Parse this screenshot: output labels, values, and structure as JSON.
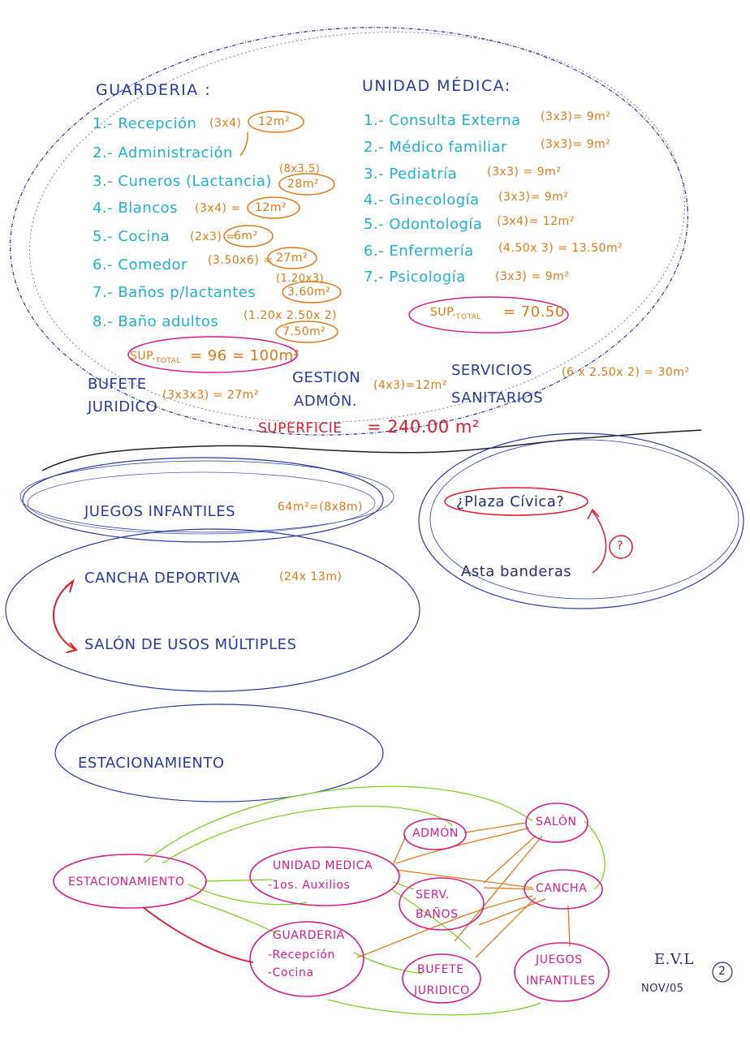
{
  "colors": {
    "blue": "#2b3aa0",
    "cyan": "#1fb3c9",
    "orange": "#e07a18",
    "red": "#e0192b",
    "magenta": "#d81b8a",
    "green": "#7ed321",
    "navy": "#2a2f6b"
  },
  "guarderia": {
    "title": "GUARDERIA :",
    "items": [
      {
        "label": "1.- Recepción",
        "dim": "(3x4)",
        "area": "12m²"
      },
      {
        "label": "2.- Administración",
        "dim": "",
        "area": ""
      },
      {
        "label": "3.- Cuneros (Lactancia)",
        "dim": "(8x3.5)",
        "area": "28m²"
      },
      {
        "label": "4.- Blancos",
        "dim": "(3x4) =",
        "area": "12m²"
      },
      {
        "label": "5.- Cocina",
        "dim": "(2x3) =",
        "area": "6m²"
      },
      {
        "label": "6.- Comedor",
        "dim": "(3.50x6) =",
        "area": "27m²"
      },
      {
        "label": "7.- Baños p/lactantes",
        "dim": "(1.20x3)",
        "area": "3.60m²"
      },
      {
        "label": "8.- Baño adultos",
        "dim": "(1.20x 2.50x 2)",
        "area": "7.50m²"
      }
    ],
    "sup_label": "SUP.",
    "sup_sub": "TOTAL",
    "sup_value": "= 96 ≃ 100m²"
  },
  "unidad_medica": {
    "title": "UNIDAD MÉDICA:",
    "items": [
      {
        "label": "1.- Consulta Externa",
        "calc": "(3x3)= 9m²"
      },
      {
        "label": "2.- Médico familiar",
        "calc": "(3x3)= 9m²"
      },
      {
        "label": "3.- Pediatría",
        "calc": "(3x3) = 9m²"
      },
      {
        "label": "4.- Ginecología",
        "calc": "(3x3)= 9m²"
      },
      {
        "label": "5.- Odontología",
        "calc": "(3x4)= 12m²"
      },
      {
        "label": "6.- Enfermería",
        "calc": "(4.50x 3) = 13.50m²"
      },
      {
        "label": "7.- Psicología",
        "calc": "(3x3) = 9m²"
      }
    ],
    "sup_label": "SUP.",
    "sup_sub": "TOTAL",
    "sup_value": "= 70.50"
  },
  "bufete": {
    "line1": "BUFETE",
    "line2": "JURIDICO",
    "calc": "(3x3x3) = 27m²"
  },
  "gestion": {
    "line1": "GESTION",
    "line2": "ADMÓN.",
    "calc": "(4x3)=12m²"
  },
  "servicios": {
    "line1": "SERVICIOS",
    "line2": "SANITARIOS",
    "calc": "(6 x 2.50x 2) = 30m²"
  },
  "superficie": {
    "label": "SUPERFICIE",
    "value": "= 240.00 m²"
  },
  "juegos": {
    "label": "JUEGOS INFANTILES",
    "calc": "64m²=(8x8m)"
  },
  "plaza": {
    "label": "¿Plaza Cívica?",
    "question": "?",
    "asta": "Asta banderas"
  },
  "cancha": {
    "label": "CANCHA DEPORTIVA",
    "calc": "(24x 13m)"
  },
  "salon": {
    "label": "SALÓN DE USOS MÚLTIPLES"
  },
  "estacionamiento": {
    "label": "ESTACIONAMIENTO"
  },
  "nodes": {
    "estacionamiento": "ESTACIONAMIENTO",
    "admon": "ADMÓN",
    "salon": "SALÓN",
    "unidad_l1": "UNIDAD MEDICA",
    "unidad_l2": "-1os. Auxilios",
    "serv_l1": "SERV.",
    "serv_l2": "BAÑOS",
    "cancha": "CANCHA",
    "guarderia_l1": "GUARDERIA",
    "guarderia_l2": "-Recepción",
    "guarderia_l3": "-Cocina",
    "bufete_l1": "BUFETE",
    "bufete_l2": "JURIDICO",
    "juegos_l1": "JUEGOS",
    "juegos_l2": "INFANTILES"
  },
  "signature": {
    "initials": "E.V.L",
    "date": "NOV/05",
    "page": "2"
  }
}
